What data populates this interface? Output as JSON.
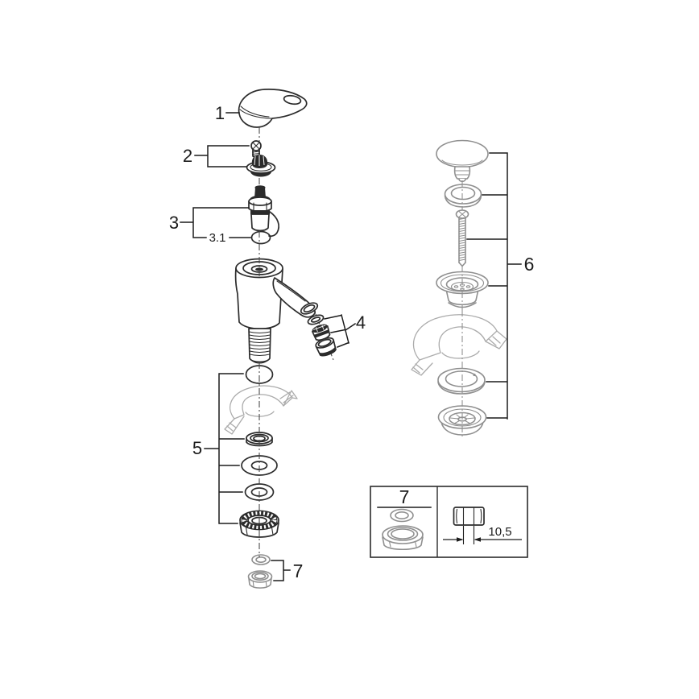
{
  "labels": {
    "part1": "1",
    "part2": "2",
    "part3": "3",
    "part3_1": "3.1",
    "part4": "4",
    "part5": "5",
    "part6": "6",
    "part7": "7"
  },
  "inset": {
    "title": "7",
    "dimension": "10,5"
  },
  "colors": {
    "ink": "#2b2b2b",
    "part_gray": "#8f8f8f",
    "cutaway_gray": "#ababab",
    "background": "#ffffff"
  }
}
